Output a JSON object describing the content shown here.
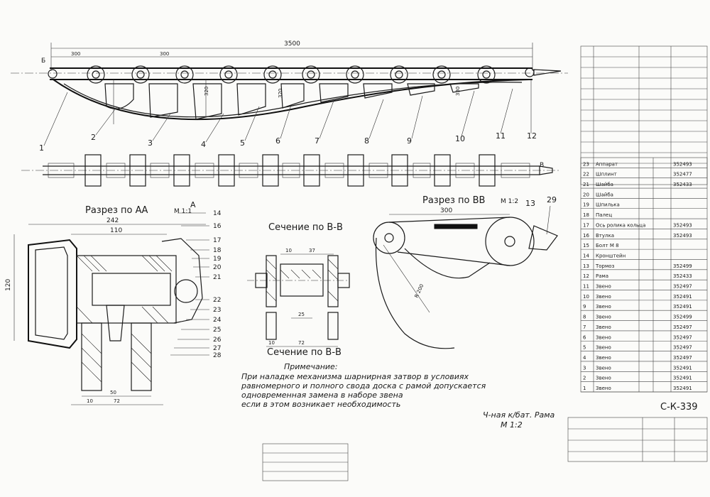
{
  "dimensions": {
    "overall_length": "3500",
    "span_1": "300",
    "span_2": "300",
    "height_1": "320",
    "height_2": "320",
    "height_3": "330",
    "section_aa_width_outer": "242",
    "section_aa_width_inner": "110",
    "section_aa_height": "120",
    "section_aa_bottom_1": "50",
    "section_aa_bottom_2": "72",
    "section_aa_bottom_3": "10",
    "section_vv_top_1": "10",
    "section_vv_top_2": "37",
    "section_vv_mid": "25",
    "section_vv_bottom_1": "10",
    "section_vv_bottom_2": "72",
    "section_bb_span": "300",
    "section_bb_radius": "R 200"
  },
  "views": {
    "section_aa": "Разрез по АА",
    "section_aa_scale": "М 1:1",
    "section_vv": "Сечение по В-В",
    "section_bb": "Разрез по ВВ",
    "section_bb_scale": "М 1:2",
    "view_a_mark": "А",
    "mark_b_left": "Б",
    "mark_b_right": "В"
  },
  "callouts": [
    "1",
    "2",
    "3",
    "4",
    "5",
    "6",
    "7",
    "8",
    "9",
    "10",
    "11",
    "12",
    "13",
    "14",
    "16",
    "17",
    "18",
    "19",
    "20",
    "21",
    "22",
    "23",
    "24",
    "25",
    "26",
    "27",
    "28",
    "29"
  ],
  "note": {
    "heading": "Примечание:",
    "lines": [
      "При наладке механизма шарнирная затвор в условиях",
      "равномерного и полного свода доска с рамой допускается",
      "одновременная замена в наборе звена",
      "если в этом возникает необходимость"
    ]
  },
  "title_block": {
    "sheet_code": "С-К-339",
    "title_line1": "Ч-ная к/бат. Рама",
    "title_line2": "М 1:2"
  },
  "parts_table": {
    "rows": [
      {
        "pos": "23",
        "name": "Аппарат",
        "code": "352493"
      },
      {
        "pos": "22",
        "name": "Шплинт",
        "code": "352477"
      },
      {
        "pos": "21",
        "name": "Шайба",
        "code": "352433"
      },
      {
        "pos": "20",
        "name": "Шайба",
        "code": ""
      },
      {
        "pos": "19",
        "name": "Шпилька",
        "code": ""
      },
      {
        "pos": "18",
        "name": "Палец",
        "code": ""
      },
      {
        "pos": "17",
        "name": "Ось ролика кольца",
        "code": "352493"
      },
      {
        "pos": "16",
        "name": "Втулка",
        "code": "352493"
      },
      {
        "pos": "15",
        "name": "Болт М 8",
        "code": ""
      },
      {
        "pos": "14",
        "name": "Кронштейн",
        "code": ""
      },
      {
        "pos": "13",
        "name": "Тормоз",
        "code": "352499"
      },
      {
        "pos": "12",
        "name": "Рама",
        "code": "352433"
      },
      {
        "pos": "11",
        "name": "Звено",
        "code": "352497"
      },
      {
        "pos": "10",
        "name": "Звено",
        "code": "352491"
      },
      {
        "pos": "9",
        "name": "Звено",
        "code": "352491"
      },
      {
        "pos": "8",
        "name": "Звено",
        "code": "352499"
      },
      {
        "pos": "7",
        "name": "Звено",
        "code": "352497"
      },
      {
        "pos": "6",
        "name": "Звено",
        "code": "352497"
      },
      {
        "pos": "5",
        "name": "Звено",
        "code": "352497"
      },
      {
        "pos": "4",
        "name": "Звено",
        "code": "352497"
      },
      {
        "pos": "3",
        "name": "Звено",
        "code": "352491"
      },
      {
        "pos": "2",
        "name": "Звено",
        "code": "352491"
      },
      {
        "pos": "1",
        "name": "Звено",
        "code": "352491"
      }
    ]
  }
}
